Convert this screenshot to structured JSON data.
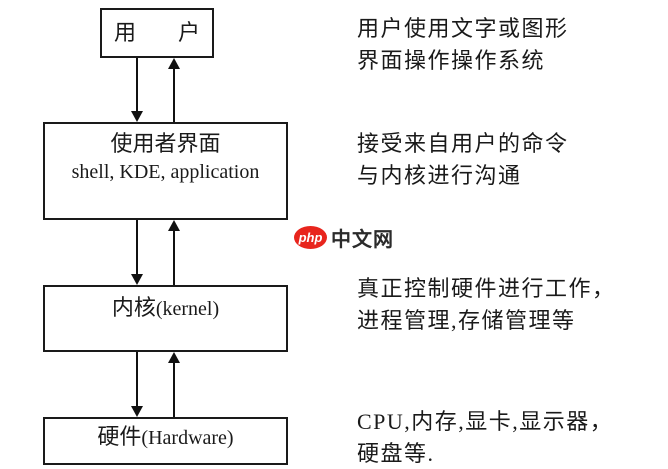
{
  "diagram": {
    "boxes": {
      "user": {
        "label": "用　户"
      },
      "ui": {
        "title": "使用者界面",
        "subtitle": "shell, KDE, application"
      },
      "kernel": {
        "label_cn": "内核",
        "label_en": "(kernel)"
      },
      "hardware": {
        "label_cn": "硬件",
        "label_en": "(Hardware)"
      }
    },
    "annotations": {
      "user": {
        "line1": "用户使用文字或图形",
        "line2": "界面操作操作系统"
      },
      "ui": {
        "line1": "接受来自用户的命令",
        "line2": "与内核进行沟通"
      },
      "kernel": {
        "line1": "真正控制硬件进行工作，",
        "line2": "进程管理,存储管理等"
      },
      "hardware": {
        "line1": "CPU,内存,显卡,显示器，",
        "line2": "硬盘等."
      }
    },
    "connectors": [
      {
        "from": "user",
        "to": "ui",
        "type": "bidirectional"
      },
      {
        "from": "ui",
        "to": "kernel",
        "type": "bidirectional"
      },
      {
        "from": "kernel",
        "to": "hardware",
        "type": "bidirectional"
      }
    ]
  },
  "watermark": {
    "logo_text": "php",
    "site_name": "中文网",
    "logo_color": "#e8251d",
    "text_color": "#2b2b2b"
  },
  "colors": {
    "background": "#ffffff",
    "line": "#111111",
    "text": "#1a1a1a"
  }
}
